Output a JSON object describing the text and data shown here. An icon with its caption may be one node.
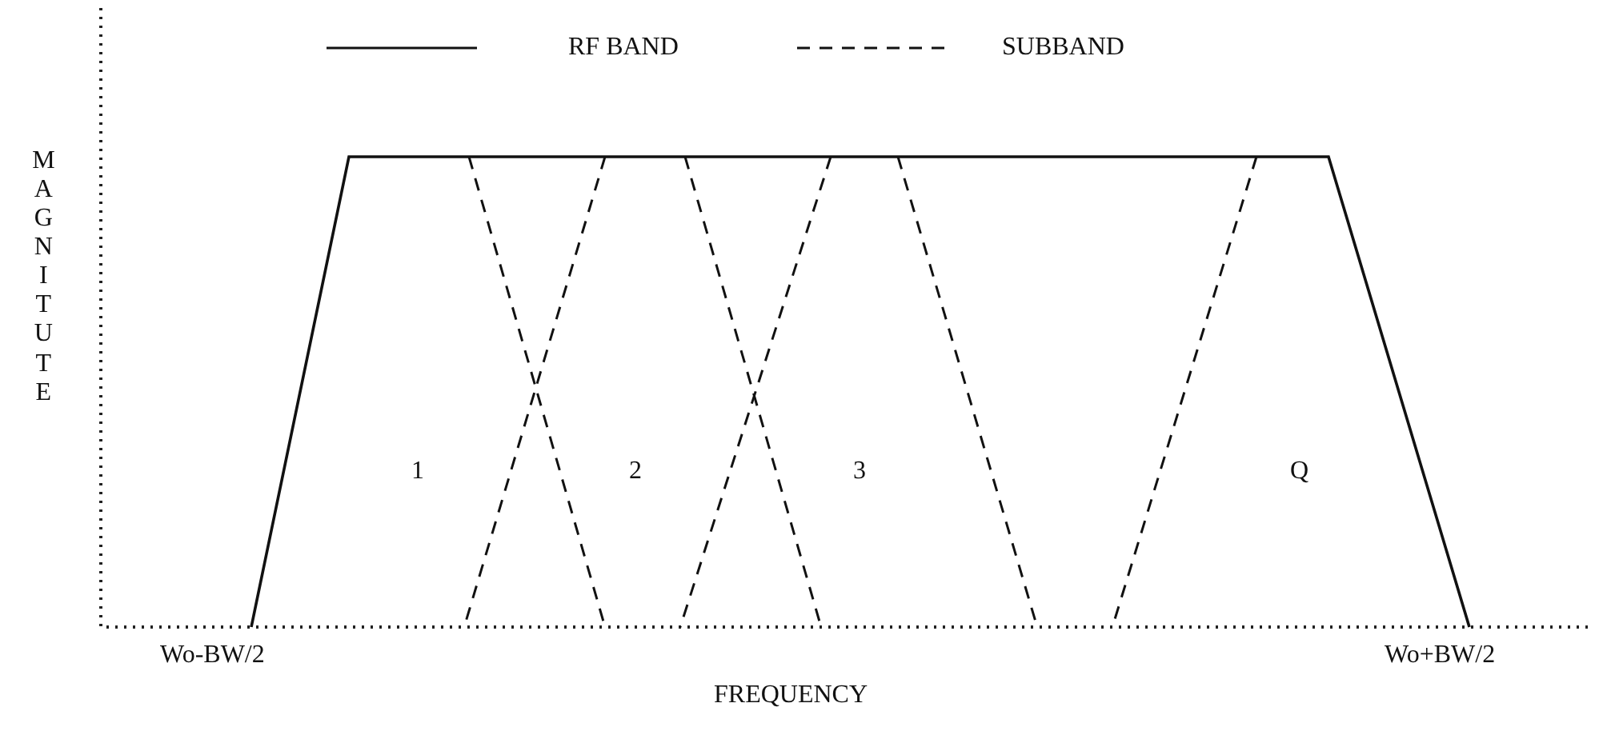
{
  "diagram": {
    "labels": [
      "MAGNITUTE",
      "1",
      "2",
      "3",
      "Q",
      "Wo-BW/2",
      "Wo+BW/2",
      "FREQUENCY"
    ],
    "legend": [
      {
        "text": "RF BAND"
      },
      {
        "text": "SUBBAND"
      }
    ]
  }
}
